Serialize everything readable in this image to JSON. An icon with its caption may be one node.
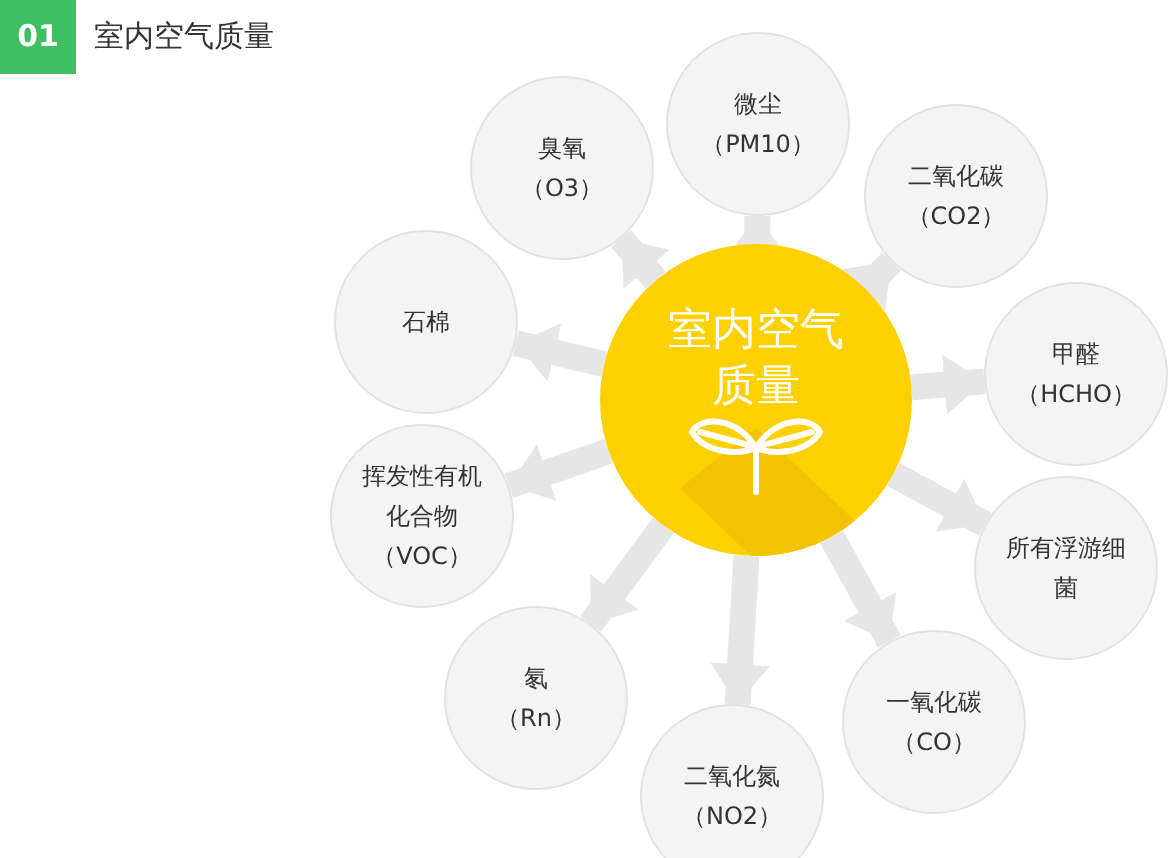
{
  "diagram": {
    "title": "室内空气质量",
    "labels": [
      "01"
    ],
    "nodes": [
      {
        "text": [
          "室内空气质量"
        ]
      },
      {
        "text": [
          "微尘",
          "（PM10）"
        ]
      },
      {
        "text": [
          "二氧化碳",
          "（CO2）"
        ]
      },
      {
        "text": [
          "甲醛",
          "（HCHO）"
        ]
      },
      {
        "text": [
          "所有浮游细菌"
        ]
      },
      {
        "text": [
          "一氧化碳",
          "（CO）"
        ]
      },
      {
        "text": [
          "二氧化氮",
          "（NO2）"
        ]
      },
      {
        "text": [
          "氡",
          "（Rn）"
        ]
      },
      {
        "text": [
          "挥发性有机化合物",
          "（VOC）"
        ]
      },
      {
        "text": [
          "石棉"
        ]
      },
      {
        "text": [
          "臭氧",
          "（O3）"
        ]
      }
    ],
    "edges": [
      {
        "from": 0,
        "to": 1,
        "arrow": "to"
      },
      {
        "from": 0,
        "to": 2,
        "arrow": "to"
      },
      {
        "from": 0,
        "to": 3,
        "arrow": "to"
      },
      {
        "from": 0,
        "to": 4,
        "arrow": "to"
      },
      {
        "from": 0,
        "to": 5,
        "arrow": "to"
      },
      {
        "from": 0,
        "to": 6,
        "arrow": "to"
      },
      {
        "from": 0,
        "to": 7,
        "arrow": "to"
      },
      {
        "from": 0,
        "to": 8,
        "arrow": "to"
      },
      {
        "from": 0,
        "to": 9,
        "arrow": "to"
      },
      {
        "from": 0,
        "to": 10,
        "arrow": "to"
      }
    ]
  }
}
